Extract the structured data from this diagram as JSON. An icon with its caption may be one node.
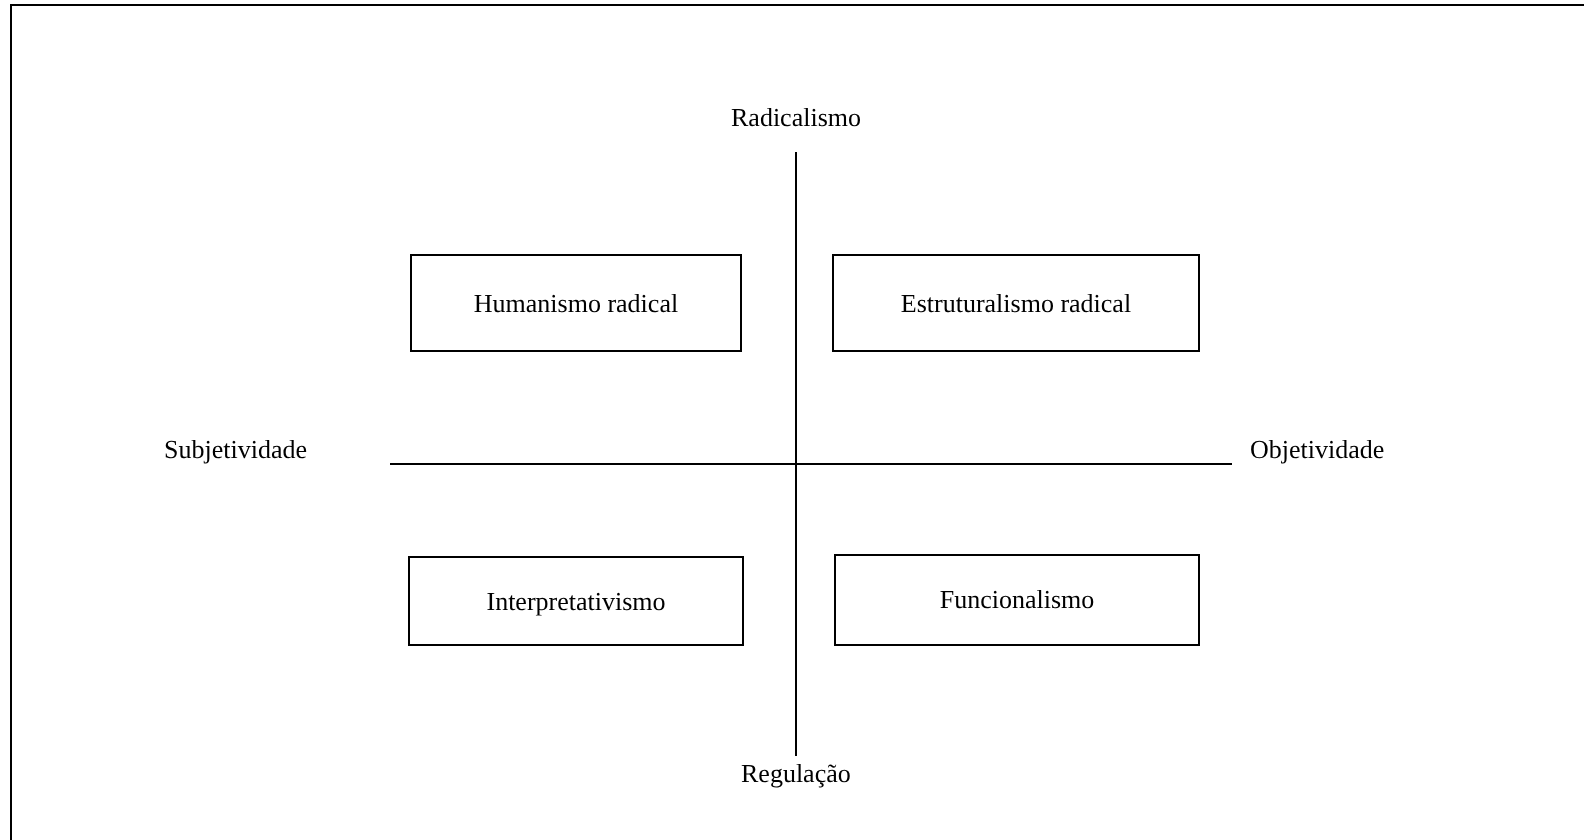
{
  "diagram": {
    "nodes": [
      {
        "text": [
          "Humanismo radical"
        ]
      },
      {
        "text": [
          "Estruturalismo radical"
        ]
      },
      {
        "text": [
          "Interpretativismo"
        ]
      },
      {
        "text": [
          "Funcionalismo"
        ]
      }
    ],
    "labels": [
      "Radicalismo",
      "Subjetividade",
      "Objetividade",
      "Regulação"
    ]
  }
}
